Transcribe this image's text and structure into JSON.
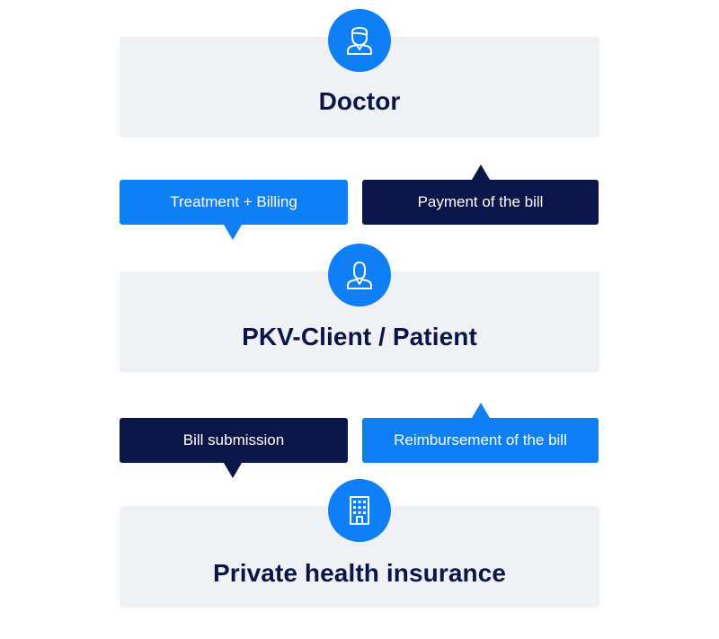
{
  "colors": {
    "accent_blue": "#0f7ff5",
    "navy": "#0b1648",
    "box_background": "#f0f1f5",
    "bubble_text": "#ffffff"
  },
  "nodes": {
    "doctor": {
      "title": "Doctor",
      "icon": "doctor-icon"
    },
    "patient": {
      "title": "PKV-Client / Patient",
      "icon": "person-icon"
    },
    "insurance": {
      "title": "Private health insurance",
      "icon": "building-icon"
    }
  },
  "flows": {
    "treatment_billing": {
      "label": "Treatment + Billing",
      "direction": "down"
    },
    "payment": {
      "label": "Payment of the bill",
      "direction": "up"
    },
    "bill_submission": {
      "label": "Bill submission",
      "direction": "down"
    },
    "reimbursement": {
      "label": "Reimbursement of the bill",
      "direction": "up"
    }
  }
}
